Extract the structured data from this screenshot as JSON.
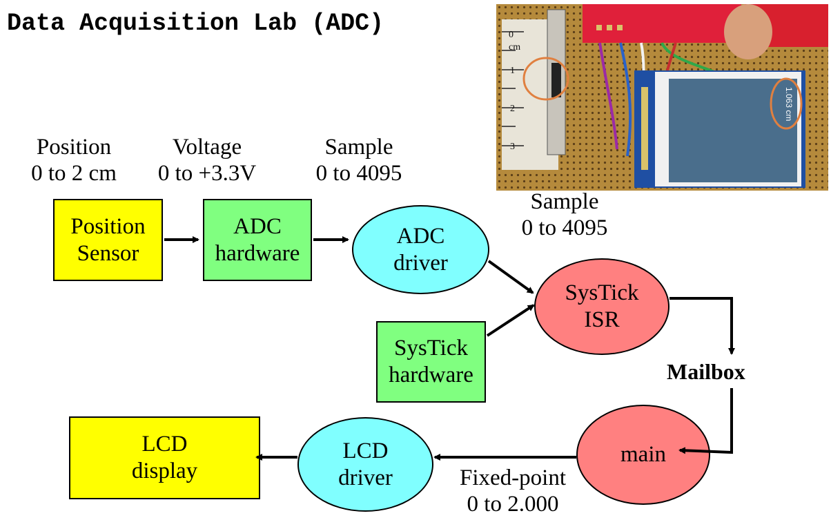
{
  "title": "Data Acquisition Lab (ADC)",
  "labels": {
    "position": [
      "Position",
      "0 to 2 cm"
    ],
    "voltage": [
      "Voltage",
      "0 to +3.3V"
    ],
    "sample_adc": [
      "Sample",
      "0 to 4095"
    ],
    "sample_isr": [
      "Sample",
      "0 to 4095"
    ],
    "fixed_point": [
      "Fixed-point",
      "0 to 2.000"
    ],
    "mailbox": "Mailbox"
  },
  "nodes": {
    "position_sensor": [
      "Position",
      "Sensor"
    ],
    "adc_hardware": [
      "ADC",
      "hardware"
    ],
    "adc_driver": [
      "ADC",
      "driver"
    ],
    "systick_isr": [
      "SysTick",
      "ISR"
    ],
    "systick_hardware": [
      "SysTick",
      "hardware"
    ],
    "main": "main",
    "lcd_driver": [
      "LCD",
      "driver"
    ],
    "lcd_display": [
      "LCD",
      "display"
    ]
  },
  "photo": {
    "ruler_ticks": [
      "0",
      "cm",
      "1",
      "2",
      "3"
    ],
    "lcd_readout": "1.063 cm"
  },
  "colors": {
    "sensor_yellow": "#ffff00",
    "hardware_green": "#80ff80",
    "driver_cyan": "#80ffff",
    "isr_pink": "#ff8080",
    "photo_board_red": "#e0203a",
    "photo_lcd": "#4a6e8c",
    "annotation_orange": "#e08040"
  }
}
